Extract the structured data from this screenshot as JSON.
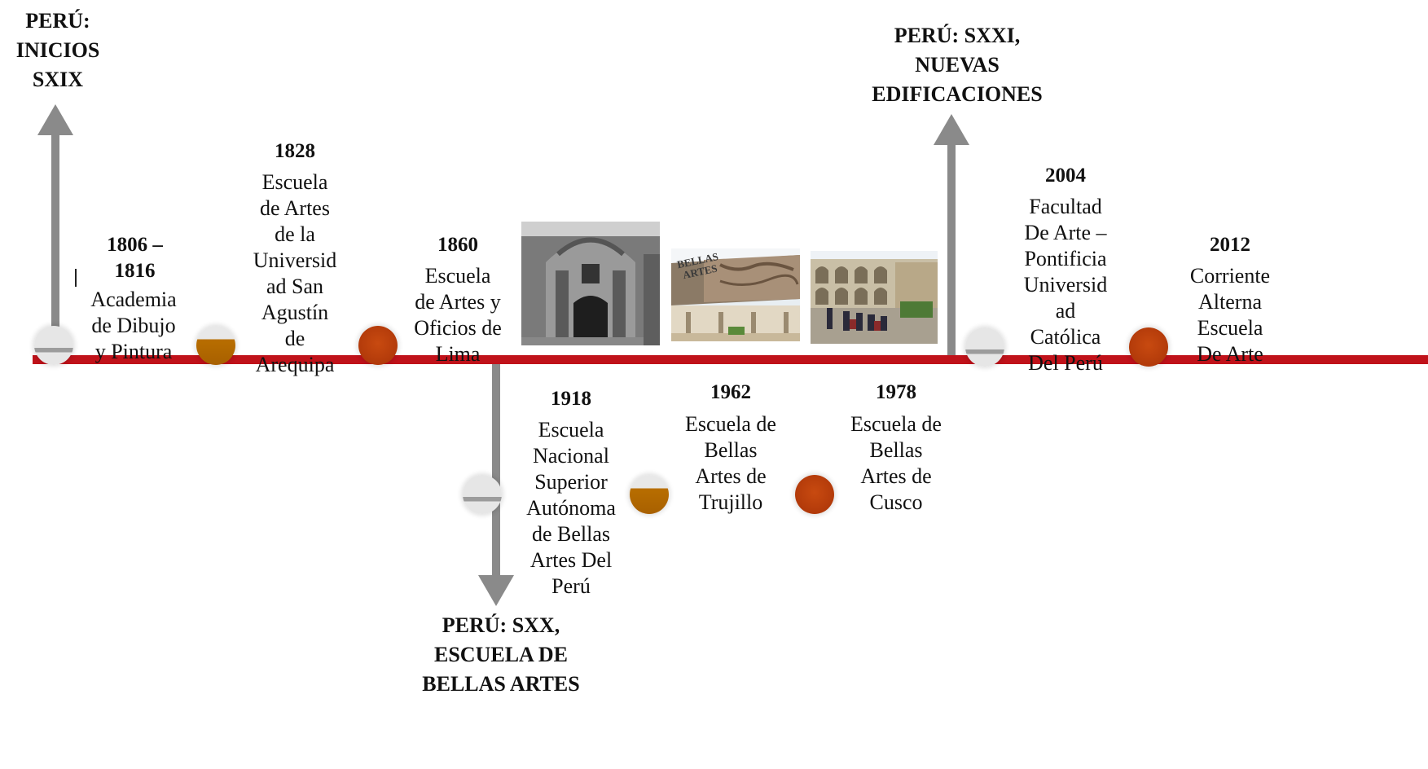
{
  "eras": {
    "early_19th": "PERÚ:\nINICIOS\nSXIX",
    "century_21": "PERÚ: SXXI,\nNUEVAS\nEDIFICACIONES",
    "century_20": "PERÚ: SXX,\nESCUELA DE\nBELLAS ARTES"
  },
  "events": [
    {
      "year": "1806 –\n1816",
      "label": "Academia\nde Dibujo\ny Pintura"
    },
    {
      "year": "1828",
      "label": "Escuela\nde Artes\nde la\nUniversid\nad San\nAgustín\nde\nArequipa"
    },
    {
      "year": "1860",
      "label": "Escuela\nde Artes y\nOficios de\nLima"
    },
    {
      "year": "1918",
      "label": "Escuela\nNacional\nSuperior\nAutónoma\nde Bellas\nArtes Del\nPerú"
    },
    {
      "year": "1962",
      "label": "Escuela de\nBellas\nArtes de\nTrujillo"
    },
    {
      "year": "1978",
      "label": "Escuela de\nBellas\nArtes de\nCusco"
    },
    {
      "year": "2004",
      "label": "Facultad\nDe Arte –\nPontificia\nUniversid\nad\nCatólica\nDel Perú"
    },
    {
      "year": "2012",
      "label": "Corriente\nAlterna\nEscuela\nDe Arte"
    }
  ],
  "photo_sign": "BELLAS\nARTES",
  "colors": {
    "timeline": "#c0121a",
    "arrow": "#8a8a8a",
    "marker_grey": "#9c9c9c",
    "marker_gold": "#b86e00",
    "marker_rust": "#b23a0a"
  }
}
